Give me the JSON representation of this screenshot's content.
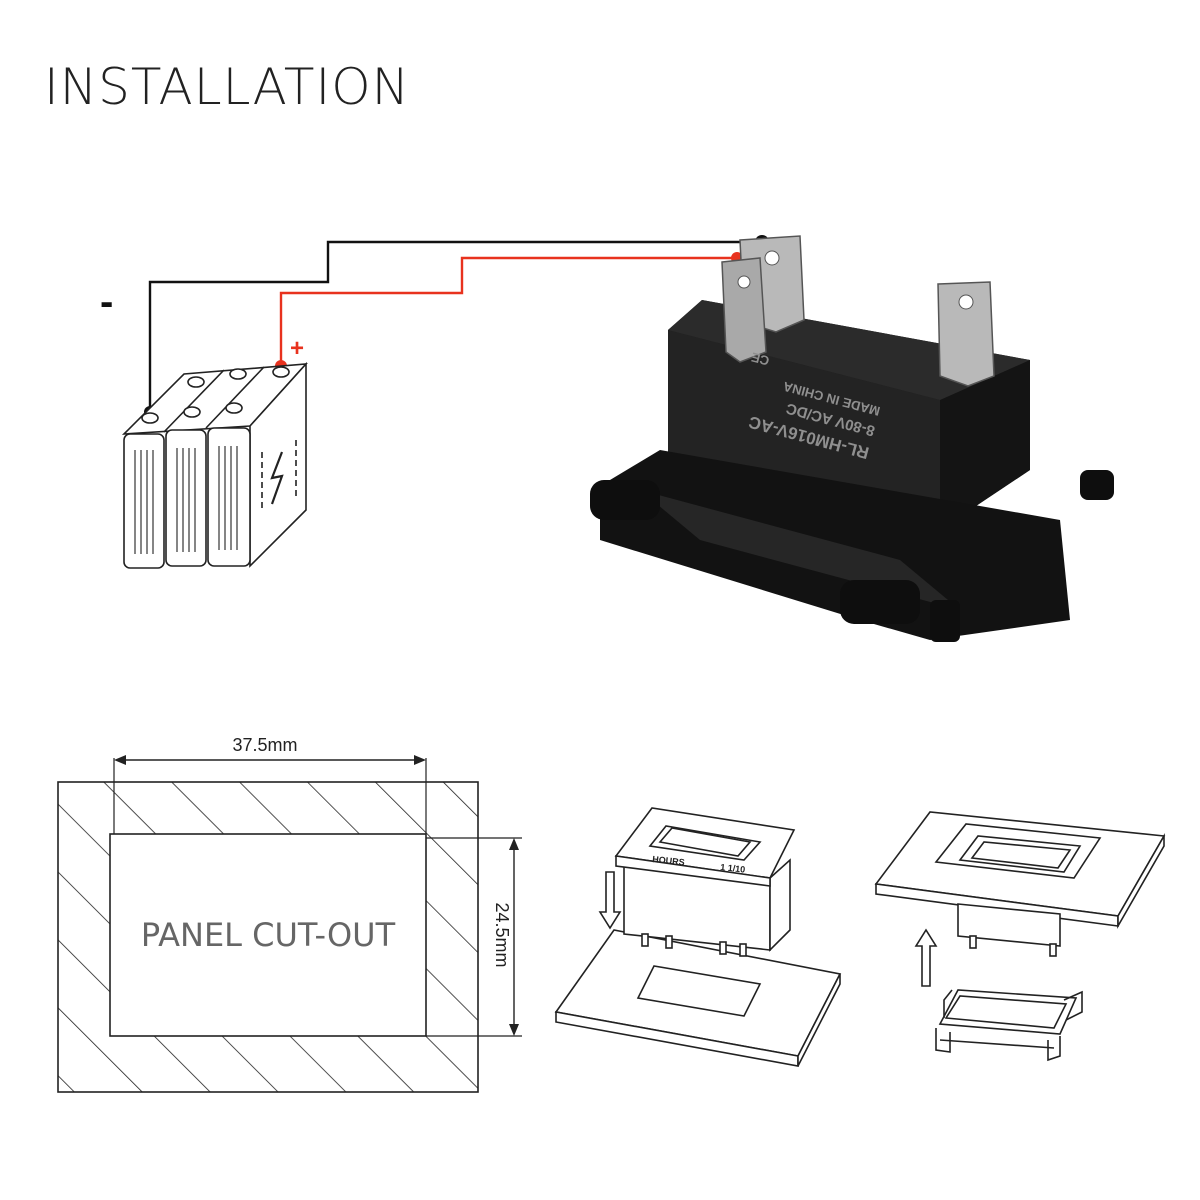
{
  "title": "INSTALLATION",
  "wiring": {
    "negative_label": "-",
    "positive_label": "+",
    "negative_wire_color": "#111111",
    "positive_wire_color": "#e8321e"
  },
  "meter": {
    "label_line1": "RL-HM016V-AC",
    "label_line2": "8-80V AC/DC",
    "label_line3": "MADE IN CHINA",
    "cert_marks": "CE"
  },
  "cutout": {
    "width_label": "37.5mm",
    "height_label": "24.5mm",
    "center_label": "PANEL CUT-OUT"
  },
  "install_steps": {
    "front_label_left": "HOURS",
    "front_label_right": "1 1/10"
  }
}
